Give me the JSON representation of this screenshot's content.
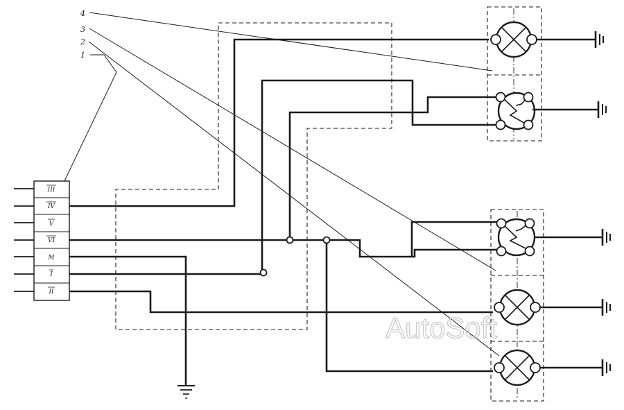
{
  "callouts": [
    "4",
    "3",
    "2",
    "1"
  ],
  "connector": {
    "pins": [
      "III",
      "IV",
      "V",
      "VI",
      "M",
      "I",
      "II"
    ]
  },
  "watermark": "AutoSoft"
}
